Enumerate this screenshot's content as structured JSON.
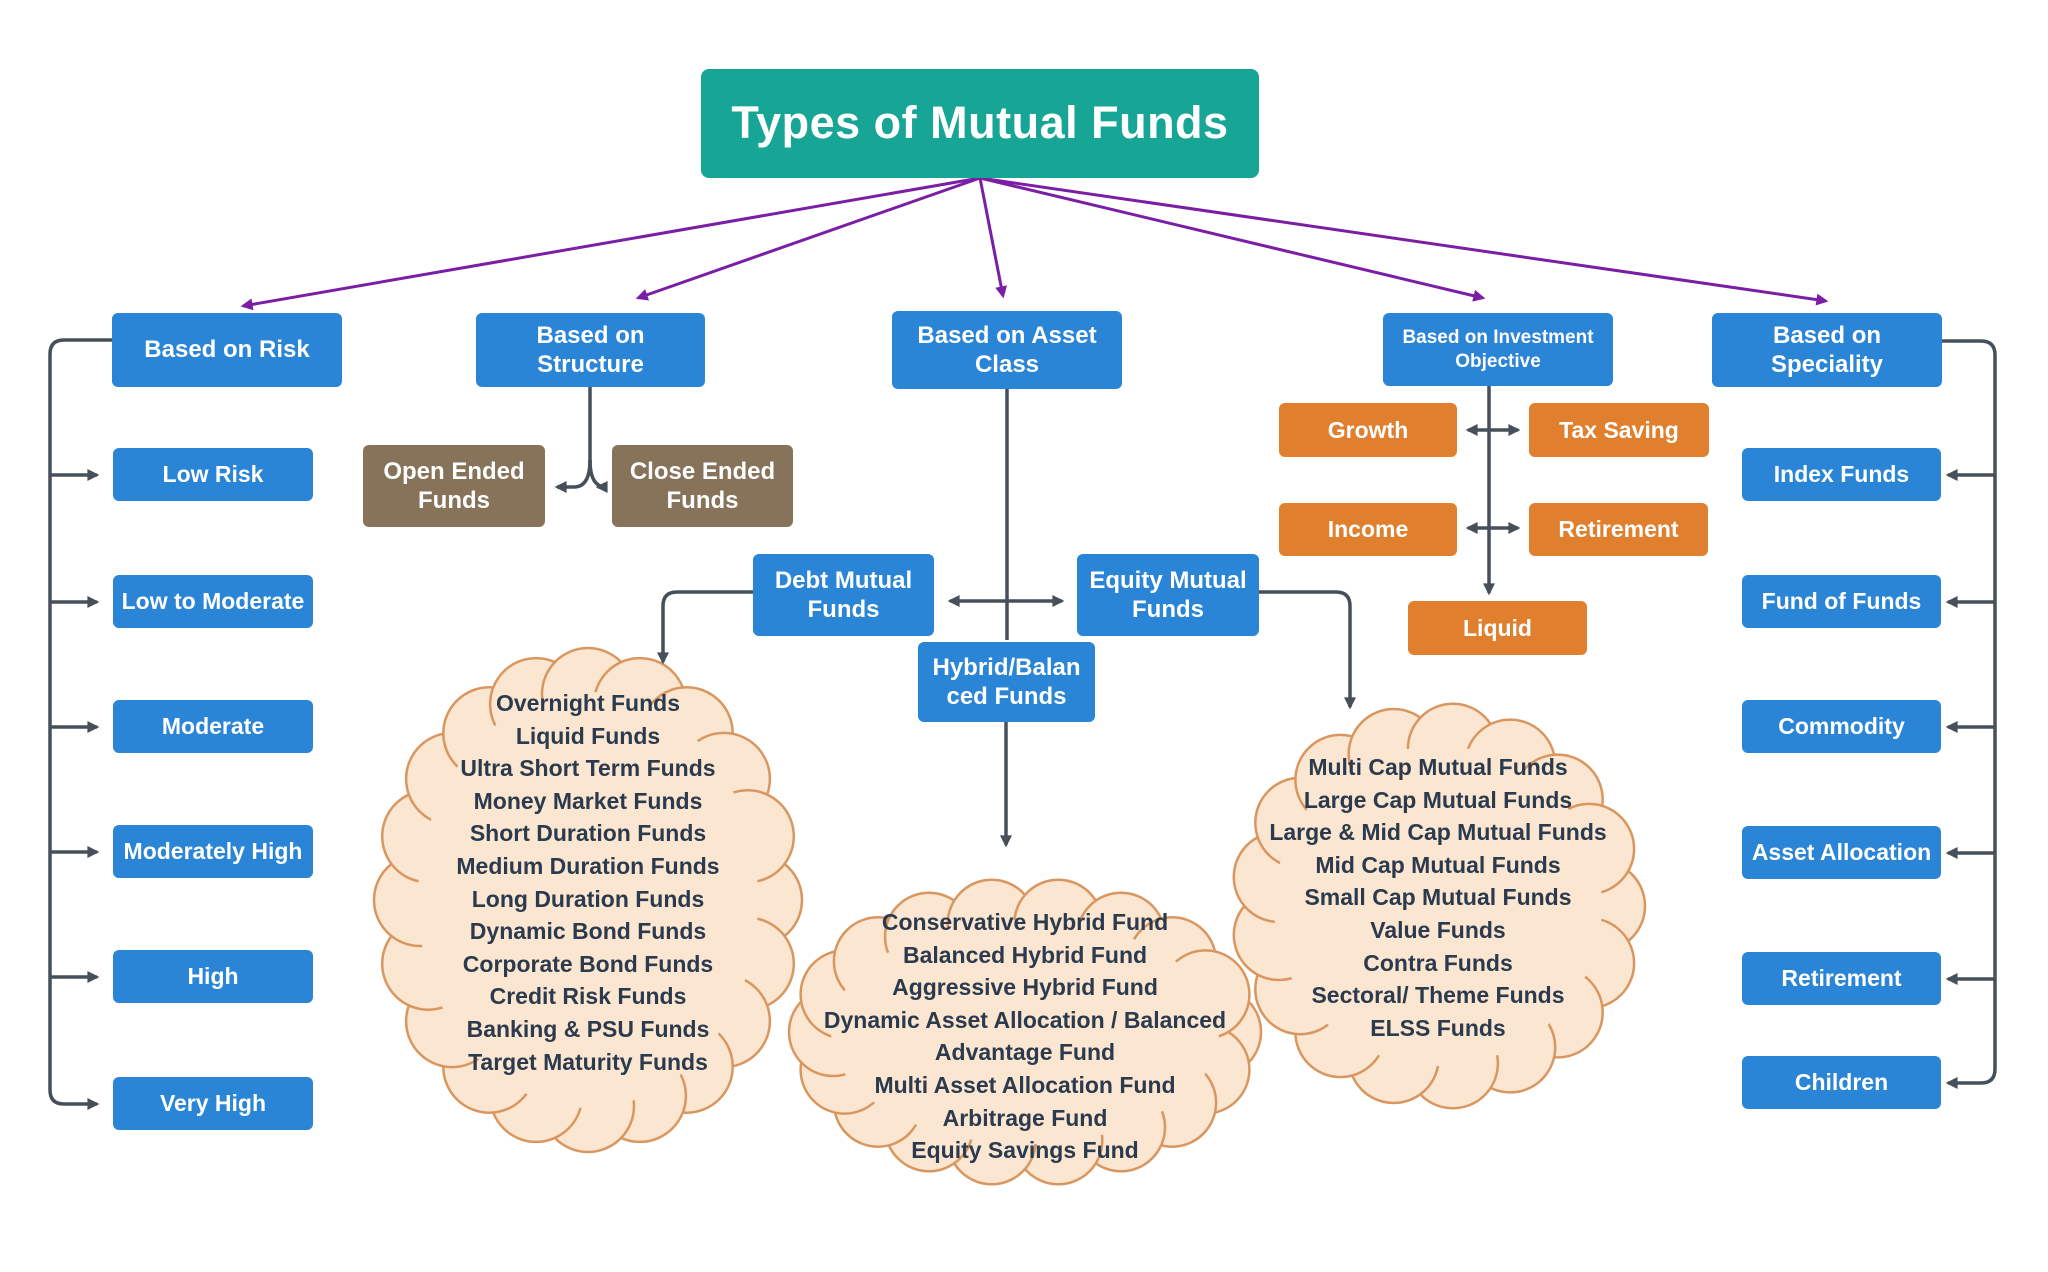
{
  "title": "Types of Mutual Funds",
  "risk": {
    "label": "Based on Risk",
    "items": [
      "Low Risk",
      "Low to Moderate",
      "Moderate",
      "Moderately High",
      "High",
      "Very High"
    ]
  },
  "structure": {
    "label": "Based on Structure",
    "open": "Open Ended Funds",
    "close": "Close Ended Funds"
  },
  "asset": {
    "label": "Based on Asset Class",
    "debt": "Debt Mutual Funds",
    "equity": "Equity Mutual Funds",
    "hybrid": "Hybrid/Balanced Funds"
  },
  "objective": {
    "label": "Based on Investment Objective",
    "growth": "Growth",
    "tax_saving": "Tax Saving",
    "income": "Income",
    "retirement": "Retirement",
    "liquid": "Liquid"
  },
  "speciality": {
    "label": "Based on Speciality",
    "items": [
      "Index Funds",
      "Fund of Funds",
      "Commodity",
      "Asset Allocation",
      "Retirement",
      "Children"
    ]
  },
  "clouds": {
    "debt": {
      "items": [
        "Overnight Funds",
        "Liquid Funds",
        "Ultra Short Term Funds",
        "Money Market Funds",
        "Short Duration Funds",
        "Medium Duration Funds",
        "Long Duration Funds",
        "Dynamic Bond Funds",
        "Corporate Bond Funds",
        "Credit Risk Funds",
        "Banking & PSU Funds",
        "Target Maturity Funds"
      ]
    },
    "hybrid": {
      "items": [
        "Conservative Hybrid Fund",
        "Balanced Hybrid Fund",
        "Aggressive Hybrid Fund",
        "Dynamic Asset Allocation / Balanced Advantage Fund",
        "Multi Asset Allocation Fund",
        "Arbitrage Fund",
        "Equity Savings Fund"
      ]
    },
    "equity": {
      "items": [
        "Multi Cap Mutual Funds",
        "Large Cap Mutual Funds",
        "Large & Mid Cap Mutual Funds",
        "Mid Cap Mutual Funds",
        "Small Cap Mutual Funds",
        "Value Funds",
        "Contra Funds",
        "Sectoral/ Theme Funds",
        "ELSS Funds"
      ]
    }
  },
  "colors": {
    "teal": "#17a695",
    "blue": "#2a85d6",
    "orange": "#e0802f",
    "brown": "#86735a",
    "purple": "#7a1fa5",
    "connector": "#47505a",
    "cloud_fill": "#fbe6d2",
    "cloud_border": "#d9965f",
    "cloud_text": "#2c3a4d"
  }
}
